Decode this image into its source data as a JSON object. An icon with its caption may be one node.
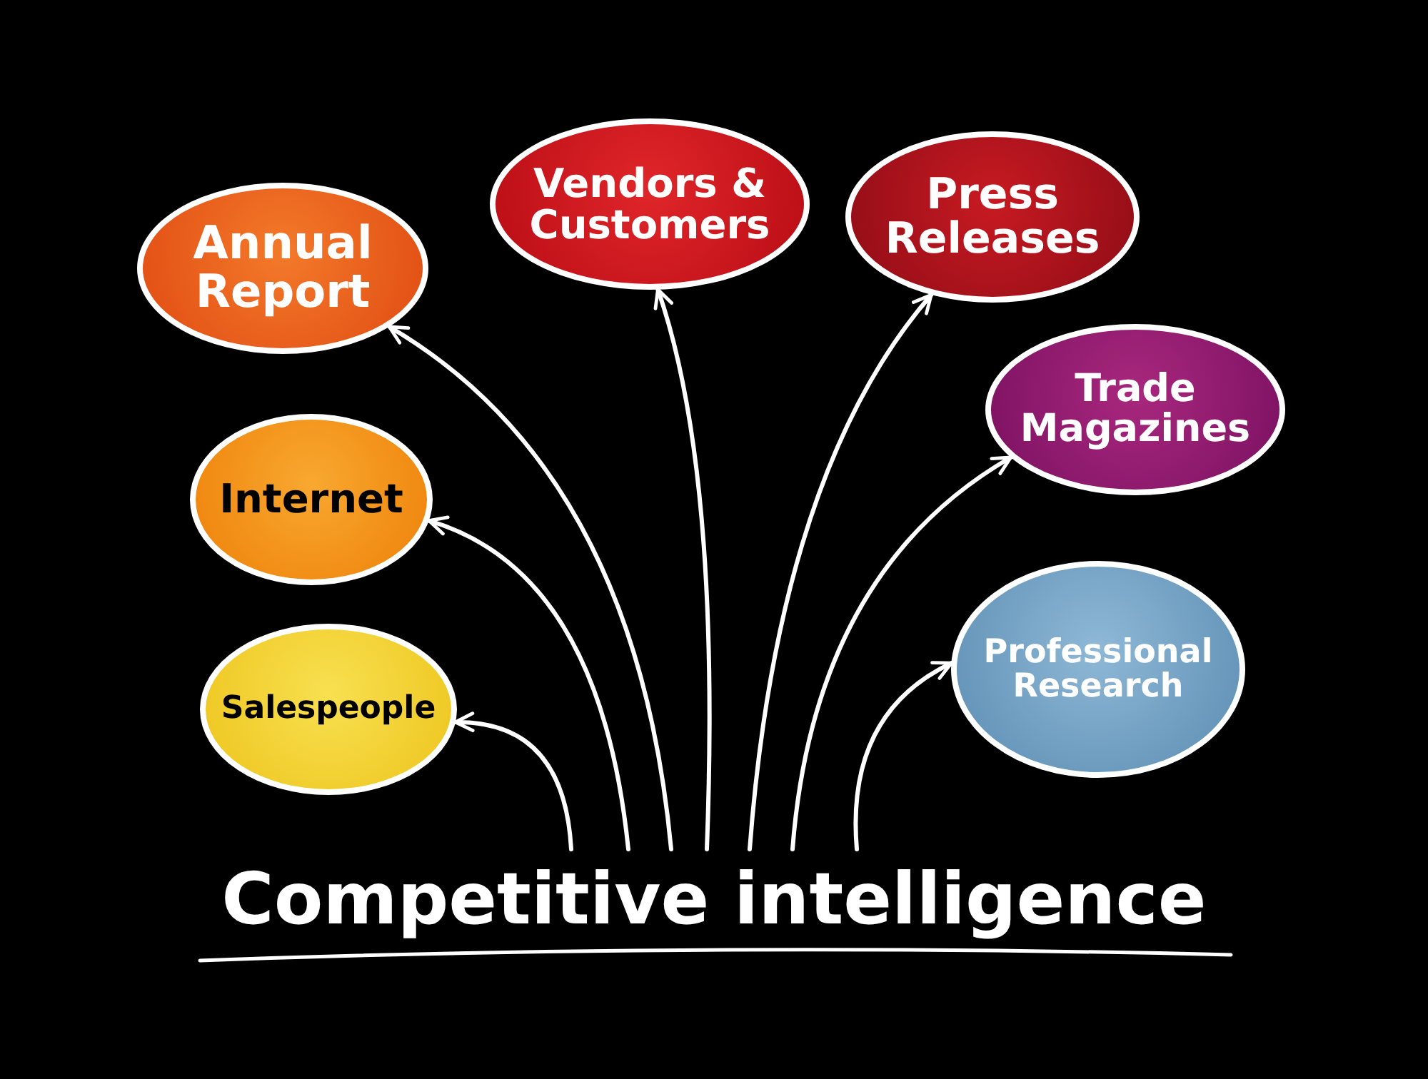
{
  "diagram": {
    "nodes": [
      {
        "text": [
          "Annual Report"
        ]
      },
      {
        "text": [
          "Vendors & Customers"
        ]
      },
      {
        "text": [
          "Press Releases"
        ]
      },
      {
        "text": [
          "Trade Magazines"
        ]
      },
      {
        "text": [
          "Internet"
        ]
      },
      {
        "text": [
          "Professional Research"
        ]
      },
      {
        "text": [
          "Salespeople"
        ]
      },
      {
        "text": [
          "Competitive intelligence"
        ]
      }
    ],
    "edges": [
      {
        "from": 7,
        "to": 0,
        "arrow": "to"
      },
      {
        "from": 7,
        "to": 1,
        "arrow": "to"
      },
      {
        "from": 7,
        "to": 2,
        "arrow": "to"
      },
      {
        "from": 7,
        "to": 3,
        "arrow": "to"
      },
      {
        "from": 7,
        "to": 4,
        "arrow": "to"
      },
      {
        "from": 7,
        "to": 5,
        "arrow": "to"
      },
      {
        "from": 7,
        "to": 6,
        "arrow": "to"
      }
    ]
  }
}
